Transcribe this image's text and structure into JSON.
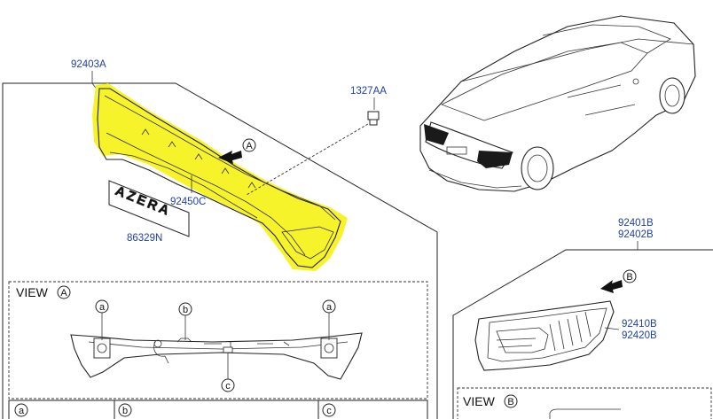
{
  "parts": {
    "garnish_assy": "92403A",
    "screw": "1327AA",
    "lamp_inner": "92450C",
    "emblem": "86329N",
    "emblem_text": "AZERA",
    "rear_lamp_lh": "92401B",
    "rear_lamp_rh": "92402B",
    "lamp_lens_lh": "92410B",
    "lamp_lens_rh": "92420B"
  },
  "callouts": {
    "arrow_a": "A",
    "arrow_b": "B"
  },
  "view_a": {
    "title": "VIEW",
    "letter": "A",
    "markers": [
      "a",
      "b",
      "a",
      "c"
    ]
  },
  "view_b": {
    "title": "VIEW",
    "letter": "B"
  },
  "table": {
    "headers": [
      "a",
      "b",
      "c"
    ]
  },
  "colors": {
    "highlight": "#f7f32a",
    "part_number": "#1f3fa8"
  }
}
